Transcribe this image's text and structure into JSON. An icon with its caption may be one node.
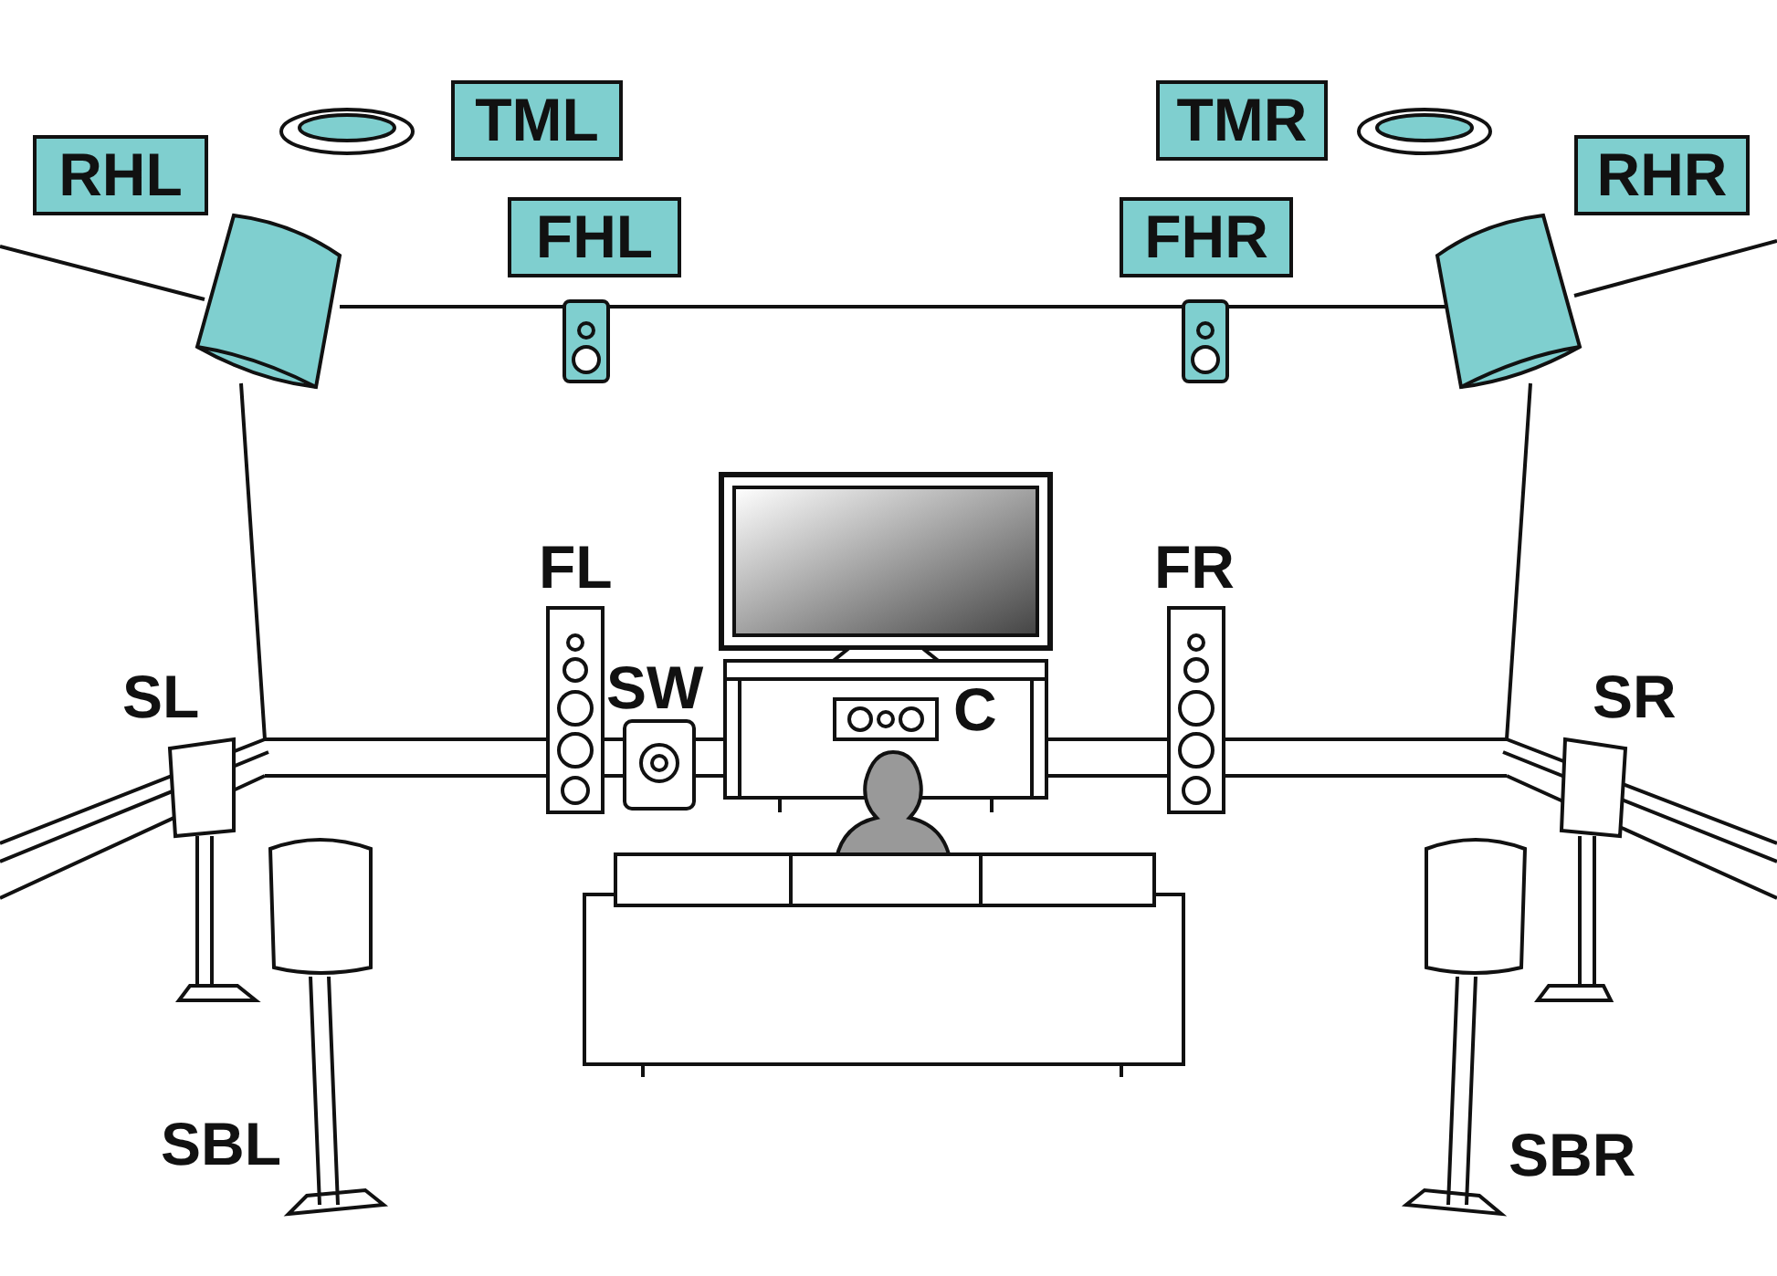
{
  "diagram": {
    "nodes": [
      {
        "text": [
          "RHL"
        ]
      },
      {
        "text": [
          "TML"
        ]
      },
      {
        "text": [
          "FHL"
        ]
      },
      {
        "text": [
          "TMR"
        ]
      },
      {
        "text": [
          "FHR"
        ]
      },
      {
        "text": [
          "RHR"
        ]
      }
    ],
    "labels": [
      "FL",
      "FR",
      "SL",
      "SW",
      "C",
      "SR",
      "SBL",
      "SBR"
    ]
  }
}
